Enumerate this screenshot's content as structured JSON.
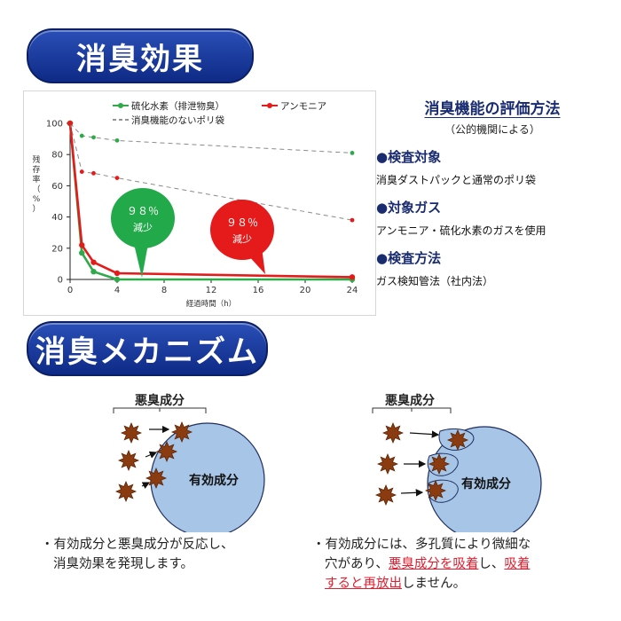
{
  "sections": {
    "effect_title": "消臭効果",
    "mechanism_title": "消臭メカニズム"
  },
  "chart_data": {
    "type": "line",
    "xlabel": "経過時間（h）",
    "ylabel": "残存率（%）",
    "xticks": [
      0,
      4,
      8,
      12,
      16,
      20,
      24
    ],
    "yticks": [
      0,
      20,
      40,
      60,
      80,
      100
    ],
    "xlim": [
      0,
      24
    ],
    "ylim": [
      0,
      100
    ],
    "legend": [
      "硫化水素（排泄物臭）",
      "アンモニア",
      "消臭機能のないポリ袋"
    ],
    "series": [
      {
        "name": "硫化水素（排泄物臭）",
        "color": "#2eaa4a",
        "dash": false,
        "points": [
          [
            0,
            100
          ],
          [
            1,
            17
          ],
          [
            2,
            5
          ],
          [
            4,
            0
          ],
          [
            24,
            0
          ]
        ]
      },
      {
        "name": "アンモニア",
        "color": "#e51a1a",
        "dash": false,
        "points": [
          [
            0,
            100
          ],
          [
            1,
            22
          ],
          [
            2,
            11
          ],
          [
            4,
            4
          ],
          [
            24,
            1.5
          ]
        ]
      },
      {
        "name": "消臭機能のないポリ袋",
        "color": "#2eaa4a",
        "dash": true,
        "points": [
          [
            0,
            100
          ],
          [
            1,
            92
          ],
          [
            2,
            91
          ],
          [
            4,
            89
          ],
          [
            24,
            81
          ]
        ]
      },
      {
        "name": "消臭機能のないポリ袋",
        "color": "#e51a1a",
        "dash": true,
        "points": [
          [
            0,
            100
          ],
          [
            1,
            69
          ],
          [
            2,
            68
          ],
          [
            4,
            65
          ],
          [
            24,
            38
          ]
        ]
      }
    ],
    "callouts": [
      {
        "value": "９８％",
        "label": "減少",
        "color": "#22a94a"
      },
      {
        "value": "９８％",
        "label": "減少",
        "color": "#e51a1a"
      }
    ]
  },
  "evaluation": {
    "title": "消臭機能の評価方法",
    "subtitle": "（公的機関による）",
    "items": [
      {
        "heading": "●検査対象",
        "text": "消臭ダストパックと通常のポリ袋"
      },
      {
        "heading": "●対象ガス",
        "text": "アンモニア・硫化水素のガスを使用"
      },
      {
        "heading": "●検査方法",
        "text": "ガス検知管法（社内法）"
      }
    ]
  },
  "mechanism": {
    "left": {
      "odor_label": "悪臭成分",
      "core_label": "有効成分"
    },
    "right": {
      "odor_label": "悪臭成分",
      "core_label": "有効成分"
    },
    "caption_left": {
      "line1": "・有効成分と悪臭成分が反応し、",
      "line2": "消臭効果を発現します。"
    },
    "caption_right": {
      "line1": "・有効成分には、多孔質により微細な",
      "line2_a": "穴があり、",
      "line2_em": "悪臭成分を吸着",
      "line2_b": "し、",
      "line2_em2": "吸着",
      "line3_em": "すると再放出",
      "line3_b": "しません。"
    }
  },
  "colors": {
    "blue_dark": "#0e2a86",
    "sphere": "#a7c5e6",
    "odor": "#8a3b10"
  }
}
